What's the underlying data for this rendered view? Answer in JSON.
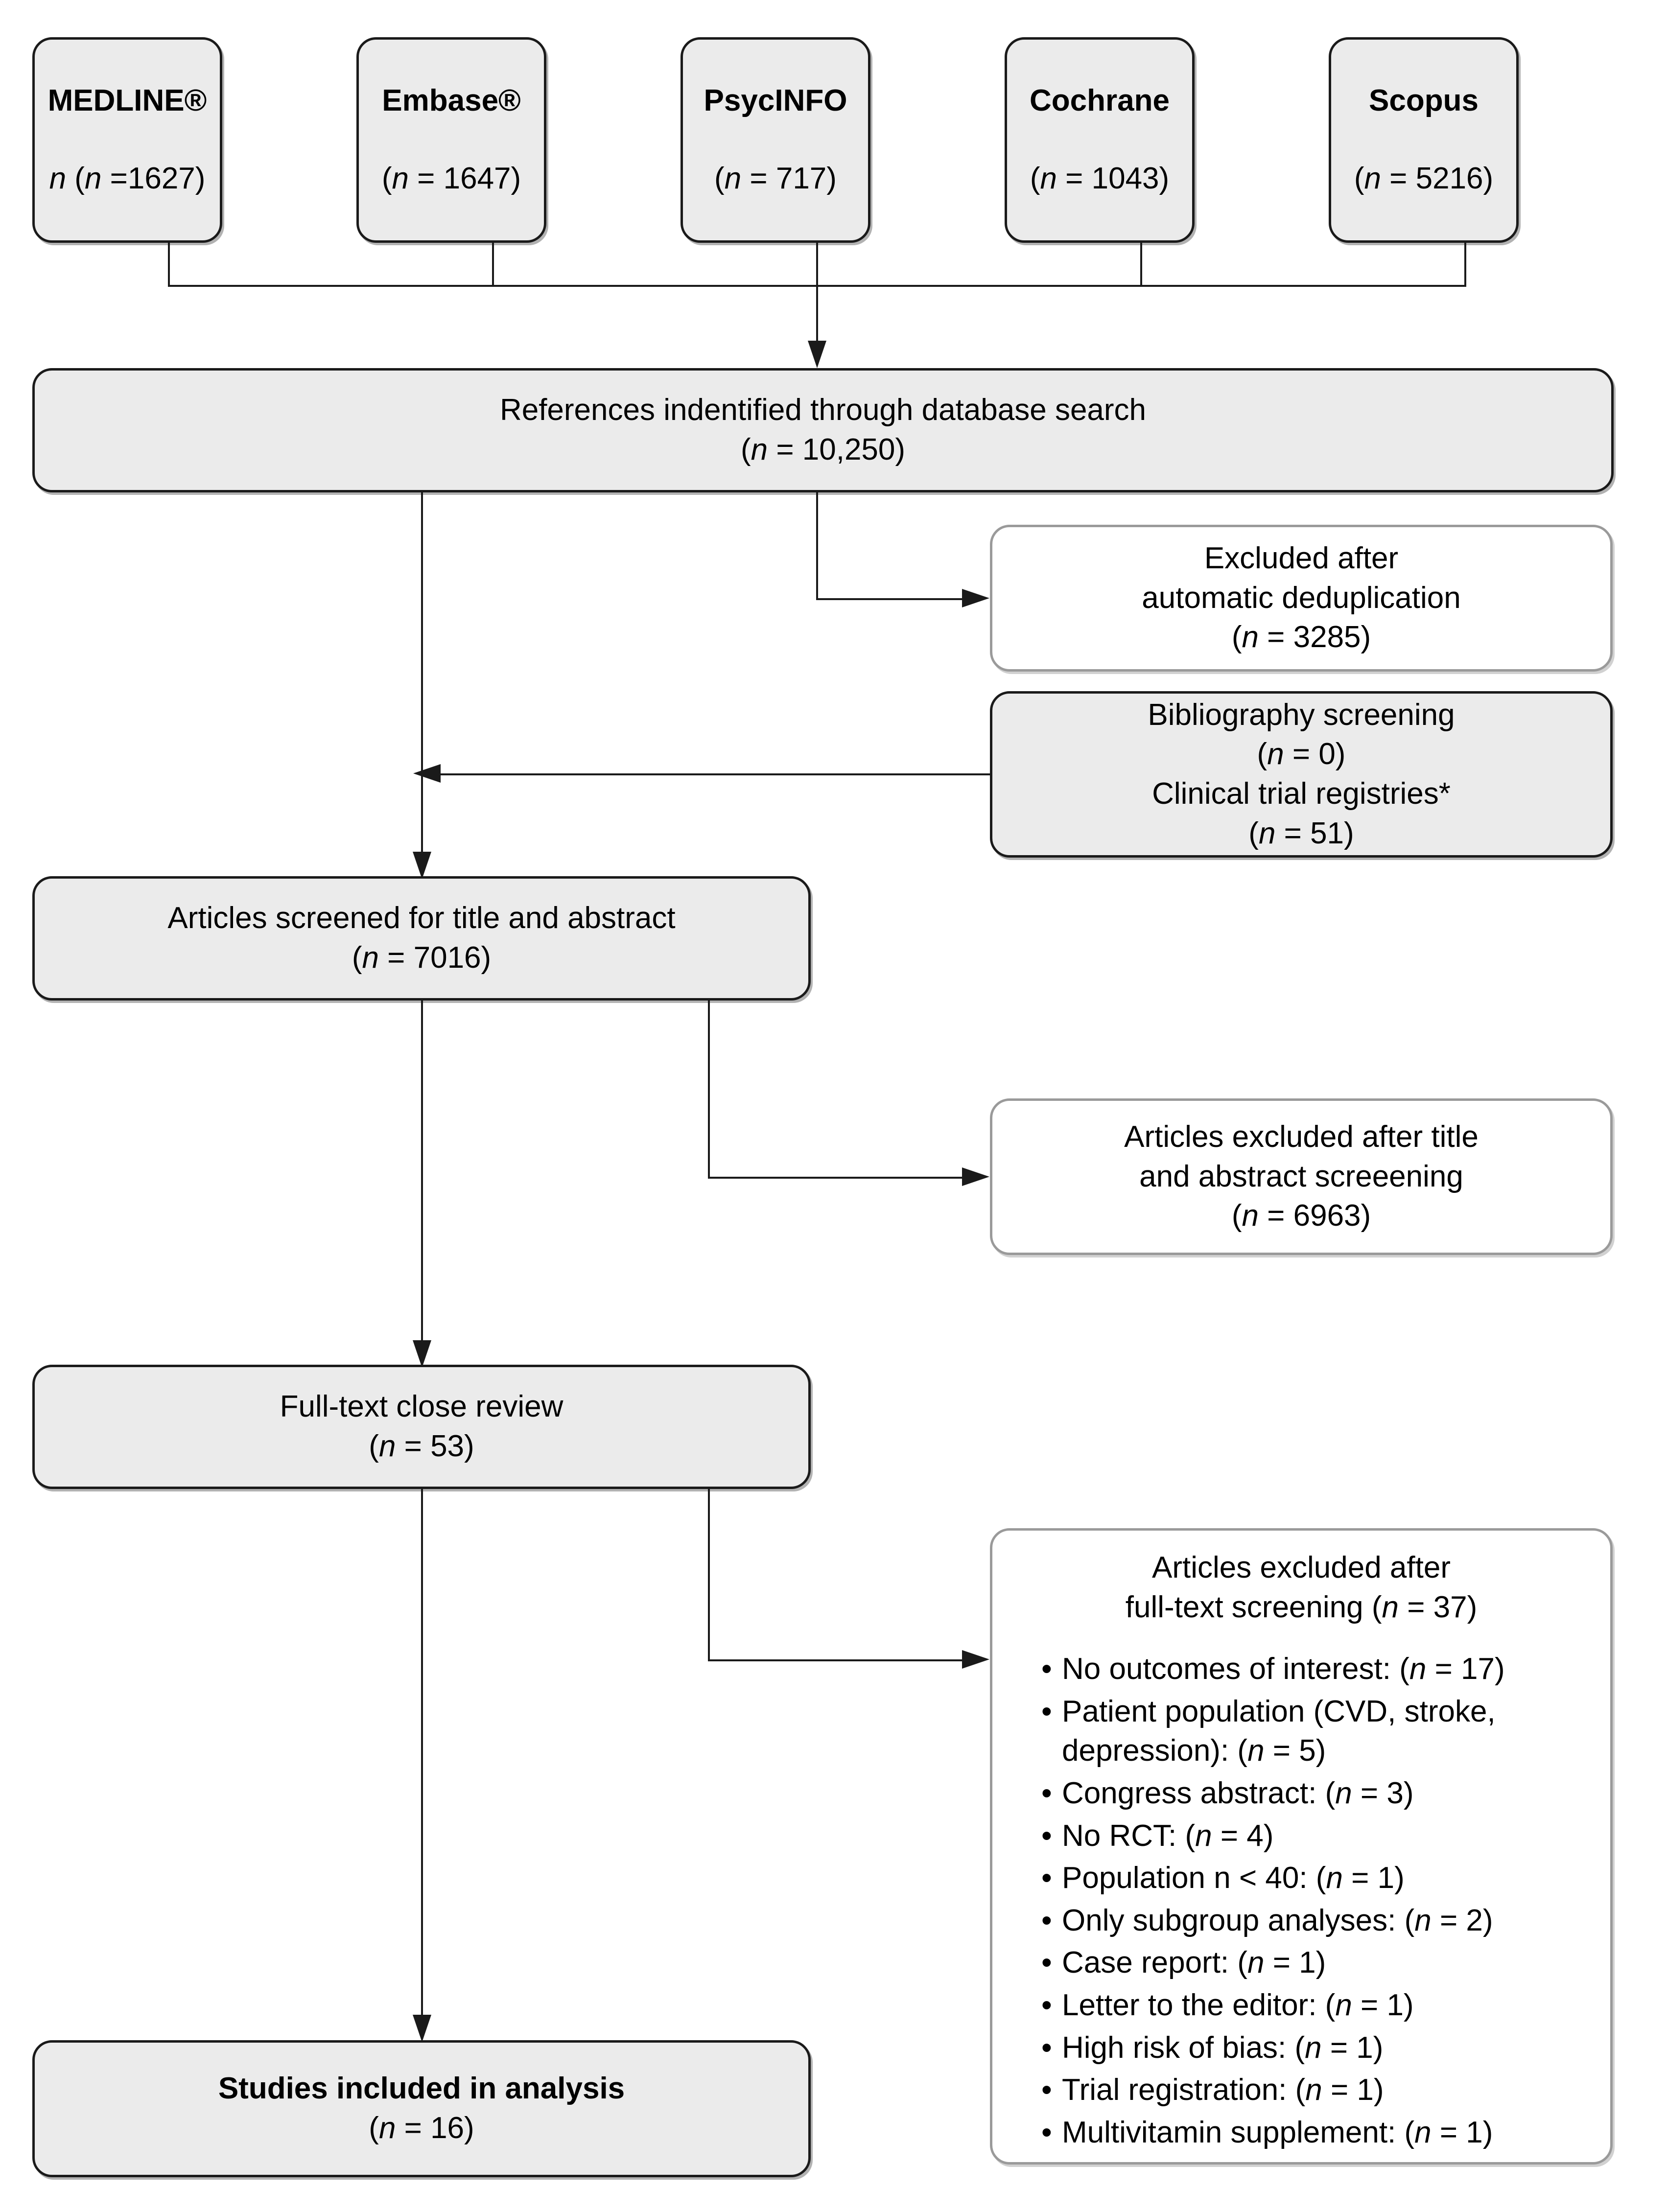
{
  "diagram": {
    "type": "prisma-flow-diagram",
    "sources": [
      {
        "name": "MEDLINE®",
        "count_label": "(n =1627)",
        "n": 1627
      },
      {
        "name": "Embase®",
        "count_label": "(n = 1647)",
        "n": 1647
      },
      {
        "name": "PsycINFO",
        "count_label": "(n = 717)",
        "n": 717
      },
      {
        "name": "Cochrane",
        "count_label": "(n = 1043)",
        "n": 1043
      },
      {
        "name": "Scopus",
        "count_label": "(n = 5216)",
        "n": 5216
      }
    ],
    "identified": {
      "title": "References indentified through database search",
      "count_label": "(n = 10,250)",
      "n": 10250
    },
    "dedup_excluded": {
      "line1": "Excluded after",
      "line2": "automatic deduplication",
      "count_label": "(n = 3285)",
      "n": 3285
    },
    "other_sources": {
      "line1": "Bibliography screening",
      "count1_label": "(n = 0)",
      "n1": 0,
      "line2": "Clinical trial registries*",
      "count2_label": "(n = 51)",
      "n2": 51
    },
    "screened": {
      "title": "Articles screened for title and abstract",
      "count_label": "(n = 7016)",
      "n": 7016
    },
    "ta_excluded": {
      "line1": "Articles excluded after title",
      "line2": "and abstract screeening",
      "count_label": "(n = 6963)",
      "n": 6963
    },
    "fulltext": {
      "title": "Full-text close review",
      "count_label": "(n = 53)",
      "n": 53
    },
    "ft_excluded": {
      "head_line1": "Articles excluded after",
      "head_line2": "full-text screening (n = 37)",
      "n": 37,
      "reasons": [
        {
          "label": "No outcomes of interest:",
          "count_label": "(n = 17)",
          "n": 17
        },
        {
          "label": "Patient population (CVD, stroke, depression):",
          "count_label": "(n = 5)",
          "n": 5
        },
        {
          "label": "Congress abstract:",
          "count_label": "(n = 3)",
          "n": 3
        },
        {
          "label": "No RCT:",
          "count_label": "(n = 4)",
          "n": 4
        },
        {
          "label": "Population n < 40:",
          "count_label": "(n = 1)",
          "n": 1
        },
        {
          "label": "Only subgroup analyses:",
          "count_label": "(n = 2)",
          "n": 2
        },
        {
          "label": "Case report:",
          "count_label": "(n = 1)",
          "n": 1
        },
        {
          "label": "Letter to the editor:",
          "count_label": "(n = 1)",
          "n": 1
        },
        {
          "label": "High risk of bias:",
          "count_label": "(n = 1)",
          "n": 1
        },
        {
          "label": "Trial registration:",
          "count_label": "(n = 1)",
          "n": 1
        },
        {
          "label": "Multivitamin supplement:",
          "count_label": "(n = 1)",
          "n": 1
        }
      ]
    },
    "included": {
      "title": "Studies included in analysis",
      "count_label": "(n = 16)",
      "n": 16
    },
    "colors": {
      "box_fill_grey": "#ebebeb",
      "box_fill_white": "#ffffff",
      "border_dark": "#1a1a1a",
      "border_grey": "#9a9a9a",
      "connector": "#1a1a1a",
      "background": "#ffffff"
    }
  }
}
